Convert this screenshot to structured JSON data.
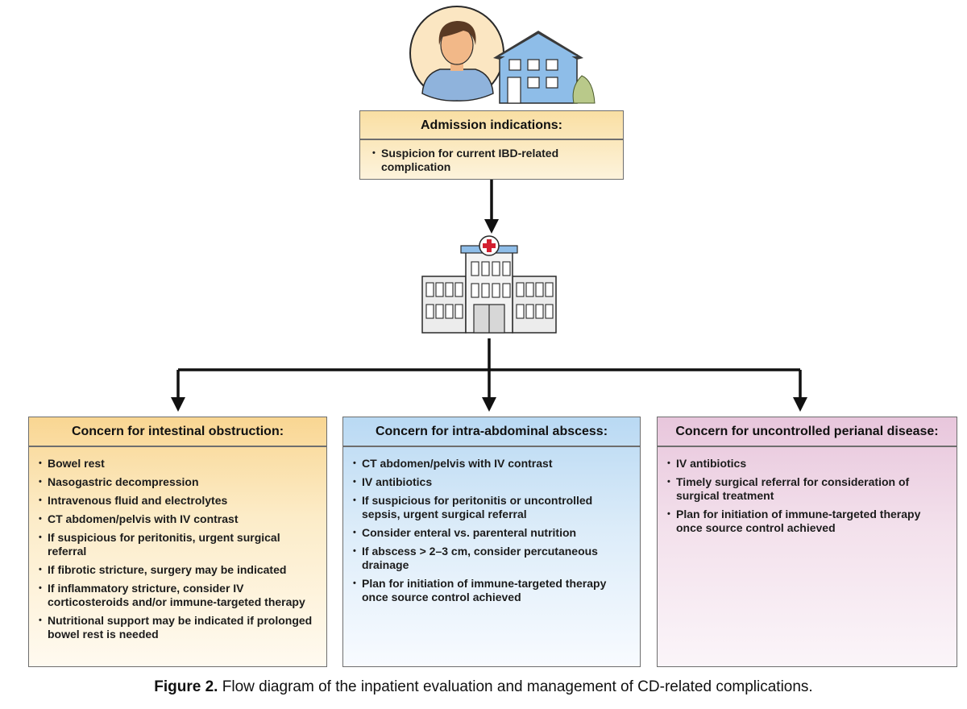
{
  "admission": {
    "title": "Admission indications:",
    "items": [
      "Suspicion for current IBD-related complication"
    ]
  },
  "columns": [
    {
      "title": "Concern for intestinal obstruction:",
      "items": [
        "Bowel rest",
        "Nasogastric decompression",
        "Intravenous fluid and electrolytes",
        "CT abdomen/pelvis with IV contrast",
        "If suspicious for peritonitis, urgent surgical referral",
        "If fibrotic stricture, surgery may be indicated",
        "If inflammatory stricture, consider IV corticosteroids and/or immune-targeted therapy",
        "Nutritional support may be indicated if prolonged bowel rest is needed"
      ]
    },
    {
      "title": "Concern for intra-abdominal abscess:",
      "items": [
        "CT abdomen/pelvis with IV contrast",
        "IV antibiotics",
        "If suspicious for peritonitis or uncontrolled sepsis, urgent surgical referral",
        "Consider enteral vs. parenteral nutrition",
        "If abscess > 2–3 cm, consider percutaneous drainage",
        "Plan for initiation of immune-targeted therapy once source control achieved"
      ]
    },
    {
      "title": "Concern for uncontrolled perianal disease:",
      "items": [
        "IV antibiotics",
        "Timely surgical referral for consideration of surgical treatment",
        "Plan for initiation of immune-targeted therapy once source control achieved"
      ]
    }
  ],
  "caption": {
    "label": "Figure 2.",
    "text": " Flow diagram of the inpatient evaluation and management of CD-related complications."
  },
  "icons": [
    "patient-avatar-icon",
    "house-icon",
    "hospital-icon",
    "arrow-down-icon"
  ],
  "colors": {
    "admission_fill": "#f9dfa3",
    "obstruction_fill": "#f9d692",
    "abscess_fill": "#b9d9f3",
    "perianal_fill": "#e8c6dc",
    "connector": "#111111",
    "hospital_cross": "#d32030"
  }
}
